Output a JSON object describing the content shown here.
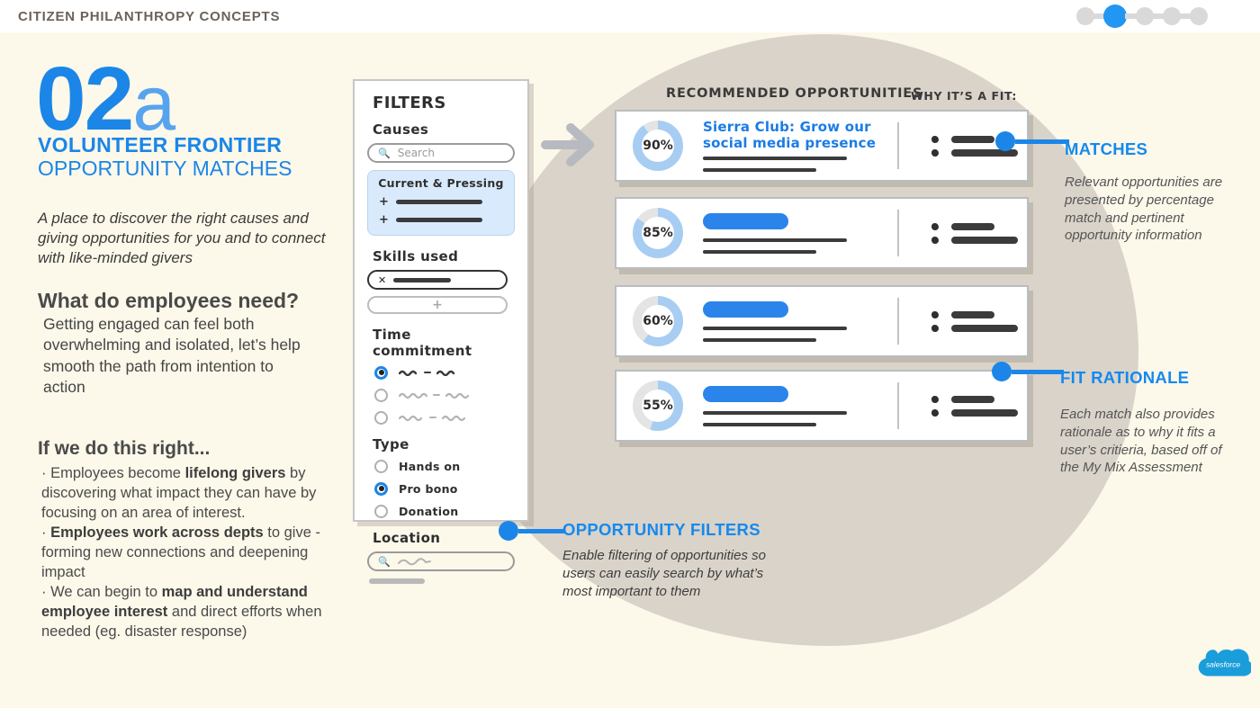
{
  "colors": {
    "accent": "#1b86e8",
    "annotation_blue": "#1589ee",
    "donut_fill": "#a7cdf2",
    "donut_rest": "#e4e4e4",
    "blob": "#d9d3c9",
    "background": "#fcf8ea"
  },
  "header": {
    "title": "CITIZEN PHILANTHROPY CONCEPTS",
    "progress": {
      "total": 5,
      "active_index": 1
    }
  },
  "left": {
    "number": "02",
    "number_suffix": "a",
    "title_line1": "VOLUNTEER FRONTIER",
    "title_line2": "OPPORTUNITY MATCHES",
    "intro": "A place to discover the right causes and giving opportunities for you and to connect with like-minded givers",
    "needs_heading": "What do employees need?",
    "needs_body": "Getting engaged can feel both overwhelming and isolated, let’s help smooth the path from intention to action",
    "right_heading": "If we do this right...",
    "bullets": [
      {
        "pre": "· Employees become ",
        "bold": "lifelong givers",
        "post": " by discovering what impact they can have by focusing on an area of interest."
      },
      {
        "pre": "· ",
        "bold": "Employees work across depts",
        "post": " to give - forming new connections and deepening impact"
      },
      {
        "pre": "· We can begin to ",
        "bold": "map and understand employee interest",
        "post": " and direct efforts when needed (eg. disaster response)"
      }
    ]
  },
  "filters_panel": {
    "title": "FILTERS",
    "causes_label": "Causes",
    "search_placeholder": "Search",
    "selected_cause": "Current & Pressing",
    "skills_label": "Skills used",
    "add_label": "+",
    "time_label": "Time commitment",
    "time_rows": [
      {
        "selected": true
      },
      {
        "selected": false
      },
      {
        "selected": false
      }
    ],
    "type_label": "Type",
    "type_options": [
      {
        "label": "Hands on",
        "selected": false
      },
      {
        "label": "Pro bono",
        "selected": true
      },
      {
        "label": "Donation",
        "selected": false
      }
    ],
    "location_label": "Location"
  },
  "opportunities": {
    "header": "RECOMMENDED OPPORTUNITIES",
    "fit_header": "WHY IT’S A FIT:",
    "cards": [
      {
        "percent": 90,
        "label": "90%",
        "title": "Sierra Club: Grow our social media presence"
      },
      {
        "percent": 85,
        "label": "85%",
        "title": ""
      },
      {
        "percent": 60,
        "label": "60%",
        "title": ""
      },
      {
        "percent": 55,
        "label": "55%",
        "title": ""
      }
    ]
  },
  "annotations": {
    "matches": {
      "title": "MATCHES",
      "body": "Relevant opportunities are presented by percentage match and pertinent opportunity information"
    },
    "fit_rationale": {
      "title": "FIT RATIONALE",
      "body": "Each match also provides rationale as to why it fits a user’s critieria, based off of the My Mix Assessment"
    },
    "opportunity_filters": {
      "title": "OPPORTUNITY FILTERS",
      "body": "Enable filtering of opportunities so users can easily search by what’s most important to them"
    }
  },
  "footer": {
    "logo_text": "salesforce"
  }
}
